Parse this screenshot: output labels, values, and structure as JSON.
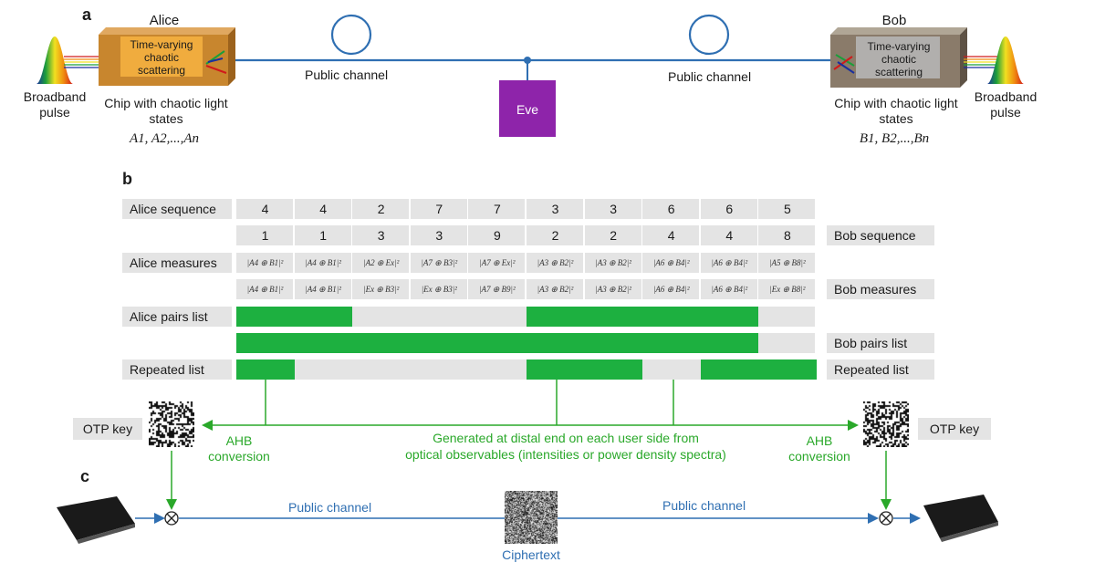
{
  "panel_a": {
    "letter": "a",
    "alice_title": "Alice",
    "bob_title": "Bob",
    "chip_text_alice": "Time-varying chaotic scattering",
    "chip_text_bob": "Time-varying chaotic scattering",
    "broadband_left": "Broadband pulse",
    "broadband_right": "Broadband pulse",
    "chip_caption_left": "Chip with chaotic light states",
    "chip_caption_right": "Chip with chaotic light states",
    "states_left": "A1, A2,...,An",
    "states_right": "B1, B2,...,Bn",
    "public_channel_left": "Public channel",
    "public_channel_right": "Public channel",
    "eve": "Eve",
    "colors": {
      "chip": "#c8862e",
      "chip_bob": "#8a7b6a",
      "eve": "#8e24aa",
      "channel": "#2f6fb2"
    }
  },
  "panel_b": {
    "letter": "b",
    "rows": {
      "alice_sequence": "Alice sequence",
      "bob_sequence": "Bob sequence",
      "alice_measures": "Alice measures",
      "bob_measures": "Bob measures",
      "alice_pairs": "Alice pairs list",
      "bob_pairs": "Bob pairs list",
      "repeated_left": "Repeated list",
      "repeated_right": "Repeated list"
    },
    "alice_seq": [
      "4",
      "4",
      "2",
      "7",
      "7",
      "3",
      "3",
      "6",
      "6",
      "5"
    ],
    "bob_seq": [
      "1",
      "1",
      "3",
      "3",
      "9",
      "2",
      "2",
      "4",
      "4",
      "8"
    ],
    "alice_meas": [
      "|A4 ⊕ B1|²",
      "|A4 ⊕ B1|²",
      "|A2 ⊕ Ex|²",
      "|A7 ⊕ B3|²",
      "|A7 ⊕ Ex|²",
      "|A3 ⊕ B2|²",
      "|A3 ⊕ B2|²",
      "|A6 ⊕ B4|²",
      "|A6 ⊕ B4|²",
      "|A5 ⊕ B8|²"
    ],
    "bob_meas": [
      "|A4 ⊕ B1|²",
      "|A4 ⊕ B1|²",
      "|Ex ⊕ B3|²",
      "|Ex ⊕ B3|²",
      "|A7 ⊕ B9|²",
      "|A3 ⊕ B2|²",
      "|A3 ⊕ B2|²",
      "|A6 ⊕ B4|²",
      "|A6 ⊕ B4|²",
      "|Ex ⊕ B8|²"
    ],
    "alice_pairs_mask": [
      1,
      1,
      0,
      0,
      0,
      1,
      1,
      1,
      1,
      0
    ],
    "bob_pairs_mask": [
      1,
      1,
      1,
      1,
      1,
      1,
      1,
      1,
      1,
      0
    ],
    "repeated_mask": [
      1,
      0,
      0,
      0,
      0,
      1,
      1,
      0,
      1,
      1
    ],
    "otp_left": "OTP key",
    "otp_right": "OTP key",
    "ahb_left": "AHB conversion",
    "ahb_right": "AHB conversion",
    "generated_note_1": "Generated at distal end on each user side from",
    "generated_note_2": "optical observables (intensities or power density spectra)",
    "colors": {
      "green": "#1db040",
      "grey": "#e4e4e4"
    }
  },
  "panel_c": {
    "letter": "c",
    "public_channel_left": "Public channel",
    "public_channel_right": "Public channel",
    "ciphertext": "Ciphertext"
  }
}
